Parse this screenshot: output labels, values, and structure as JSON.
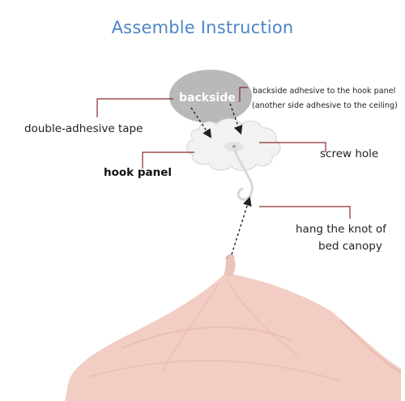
{
  "title": "Assemble Instruction",
  "labels": {
    "backside": "backside",
    "backside_note_line1": "backside adhesive to the hook panel",
    "backside_note_line2": "(another side adhesive to the ceiling)",
    "double_adhesive_tape": "double-adhesive tape",
    "hook_panel": "hook panel",
    "screw_hole": "screw hole",
    "hang_line1": "hang the knot of",
    "hang_line2": "bed canopy"
  },
  "icons": {
    "adhesive_disc": "adhesive-disc-icon",
    "hook_panel": "flower-hook-panel-icon",
    "hook": "hook-icon",
    "canopy": "bed-canopy-fabric-icon"
  },
  "colors": {
    "title": "#4a86c8",
    "leader_line": "#8a2a2a",
    "disc": "#b9b9b9",
    "panel": "#f2f2f2",
    "canopy": "#f2cdc4"
  }
}
